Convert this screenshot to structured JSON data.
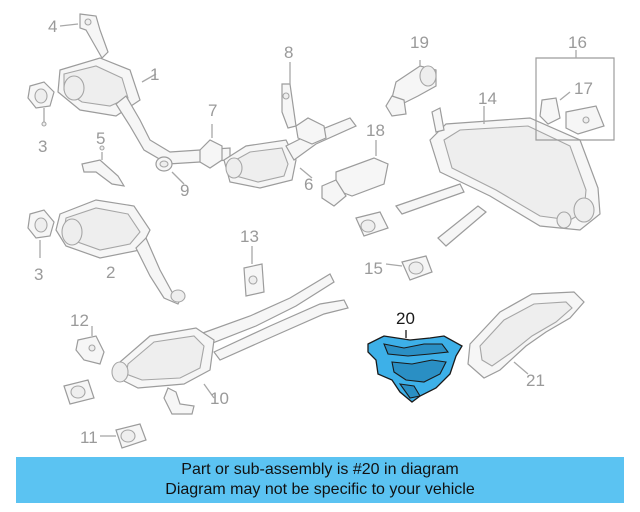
{
  "callouts": {
    "c1": "1",
    "c2": "2",
    "c3a": "3",
    "c3b": "3",
    "c4": "4",
    "c5": "5",
    "c6": "6",
    "c7": "7",
    "c8": "8",
    "c9": "9",
    "c10": "10",
    "c11": "11",
    "c12": "12",
    "c13": "13",
    "c14": "14",
    "c15": "15",
    "c16": "16",
    "c17": "17",
    "c18": "18",
    "c19": "19",
    "c20": "20",
    "c21": "21"
  },
  "highlight_color": "#3db0e8",
  "banner": {
    "line1": "Part or sub-assembly is #20 in diagram",
    "line2": "Diagram may not be specific to your vehicle",
    "color": "#5bc3f2"
  }
}
